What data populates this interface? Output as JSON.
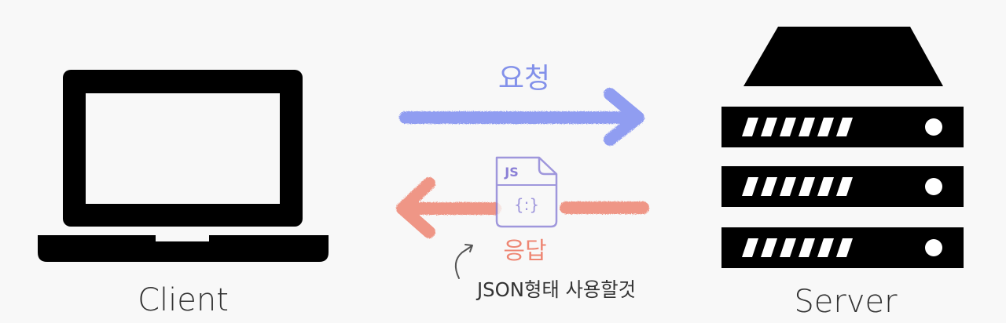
{
  "client": {
    "label": "Client",
    "icon": "laptop-icon"
  },
  "server": {
    "label": "Server",
    "icon": "server-rack-icon",
    "units": 3
  },
  "request": {
    "label": "요청",
    "color": "#7f8ef0"
  },
  "response": {
    "label": "응답",
    "color": "#ee8673",
    "doc_icon": "json-file-icon",
    "doc_tag": "JS",
    "doc_body": "{:}",
    "doc_color": "#8a7fd6",
    "note": "JSON형태 사용할것"
  },
  "colors": {
    "ink": "#000000",
    "background": "#f8f8f8",
    "label": "#333333"
  }
}
